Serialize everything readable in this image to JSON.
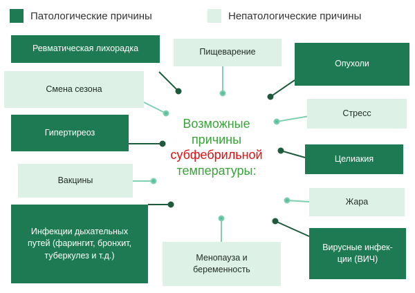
{
  "legend": {
    "pathological": {
      "label": "Патологические причины",
      "color": "#1e7a52"
    },
    "nonpathological": {
      "label": "Непатологические причины",
      "color": "#ddf1e7"
    }
  },
  "center": {
    "line1": "Возможные",
    "line2": "причины",
    "line3": "субфебрильной",
    "line4": "температуры:",
    "color_primary": "#3aa33a",
    "color_accent": "#dd1111"
  },
  "causes": [
    {
      "id": "rheumatic-fever",
      "label": "Ревматическая лихорадка",
      "kind": "pathological"
    },
    {
      "id": "season-change",
      "label": "Смена сезона",
      "kind": "nonpathological"
    },
    {
      "id": "hyperthyroidism",
      "label": "Гипертиреоз",
      "kind": "pathological"
    },
    {
      "id": "vaccines",
      "label": "Вакцины",
      "kind": "nonpathological"
    },
    {
      "id": "respiratory-infections",
      "label": "Инфекции дыхательных\nпутей (фарингит, бронхит,\nтуберкулез и т.д.)",
      "kind": "pathological"
    },
    {
      "id": "digestion",
      "label": "Пищеварение",
      "kind": "nonpathological"
    },
    {
      "id": "menopause-pregnancy",
      "label": "Менопауза и\nбеременность",
      "kind": "nonpathological"
    },
    {
      "id": "tumors",
      "label": "Опухоли",
      "kind": "pathological"
    },
    {
      "id": "stress",
      "label": "Стресс",
      "kind": "nonpathological"
    },
    {
      "id": "celiac",
      "label": "Целиакия",
      "kind": "pathological"
    },
    {
      "id": "heat",
      "label": "Жара",
      "kind": "nonpathological"
    },
    {
      "id": "viral-infections",
      "label": "Вирусные инфек-\nции (ВИЧ)",
      "kind": "pathological"
    }
  ]
}
